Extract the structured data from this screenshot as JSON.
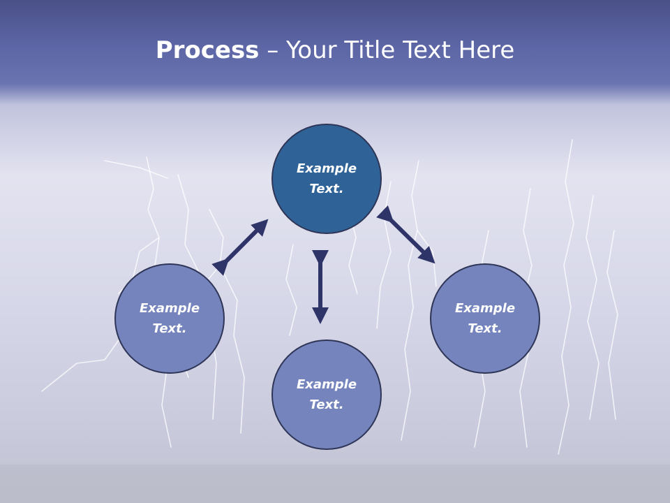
{
  "title": {
    "bold": "Process",
    "rest": " – Your Title Text Here"
  },
  "nodes": {
    "top": "Example Text.",
    "left": "Example Text.",
    "right": "Example Text.",
    "bottom": "Example Text."
  },
  "colors": {
    "title_band": "#5d66a6",
    "node_primary": "#2f6398",
    "node_secondary": "#7584bd",
    "arrow": "#2e3467"
  }
}
